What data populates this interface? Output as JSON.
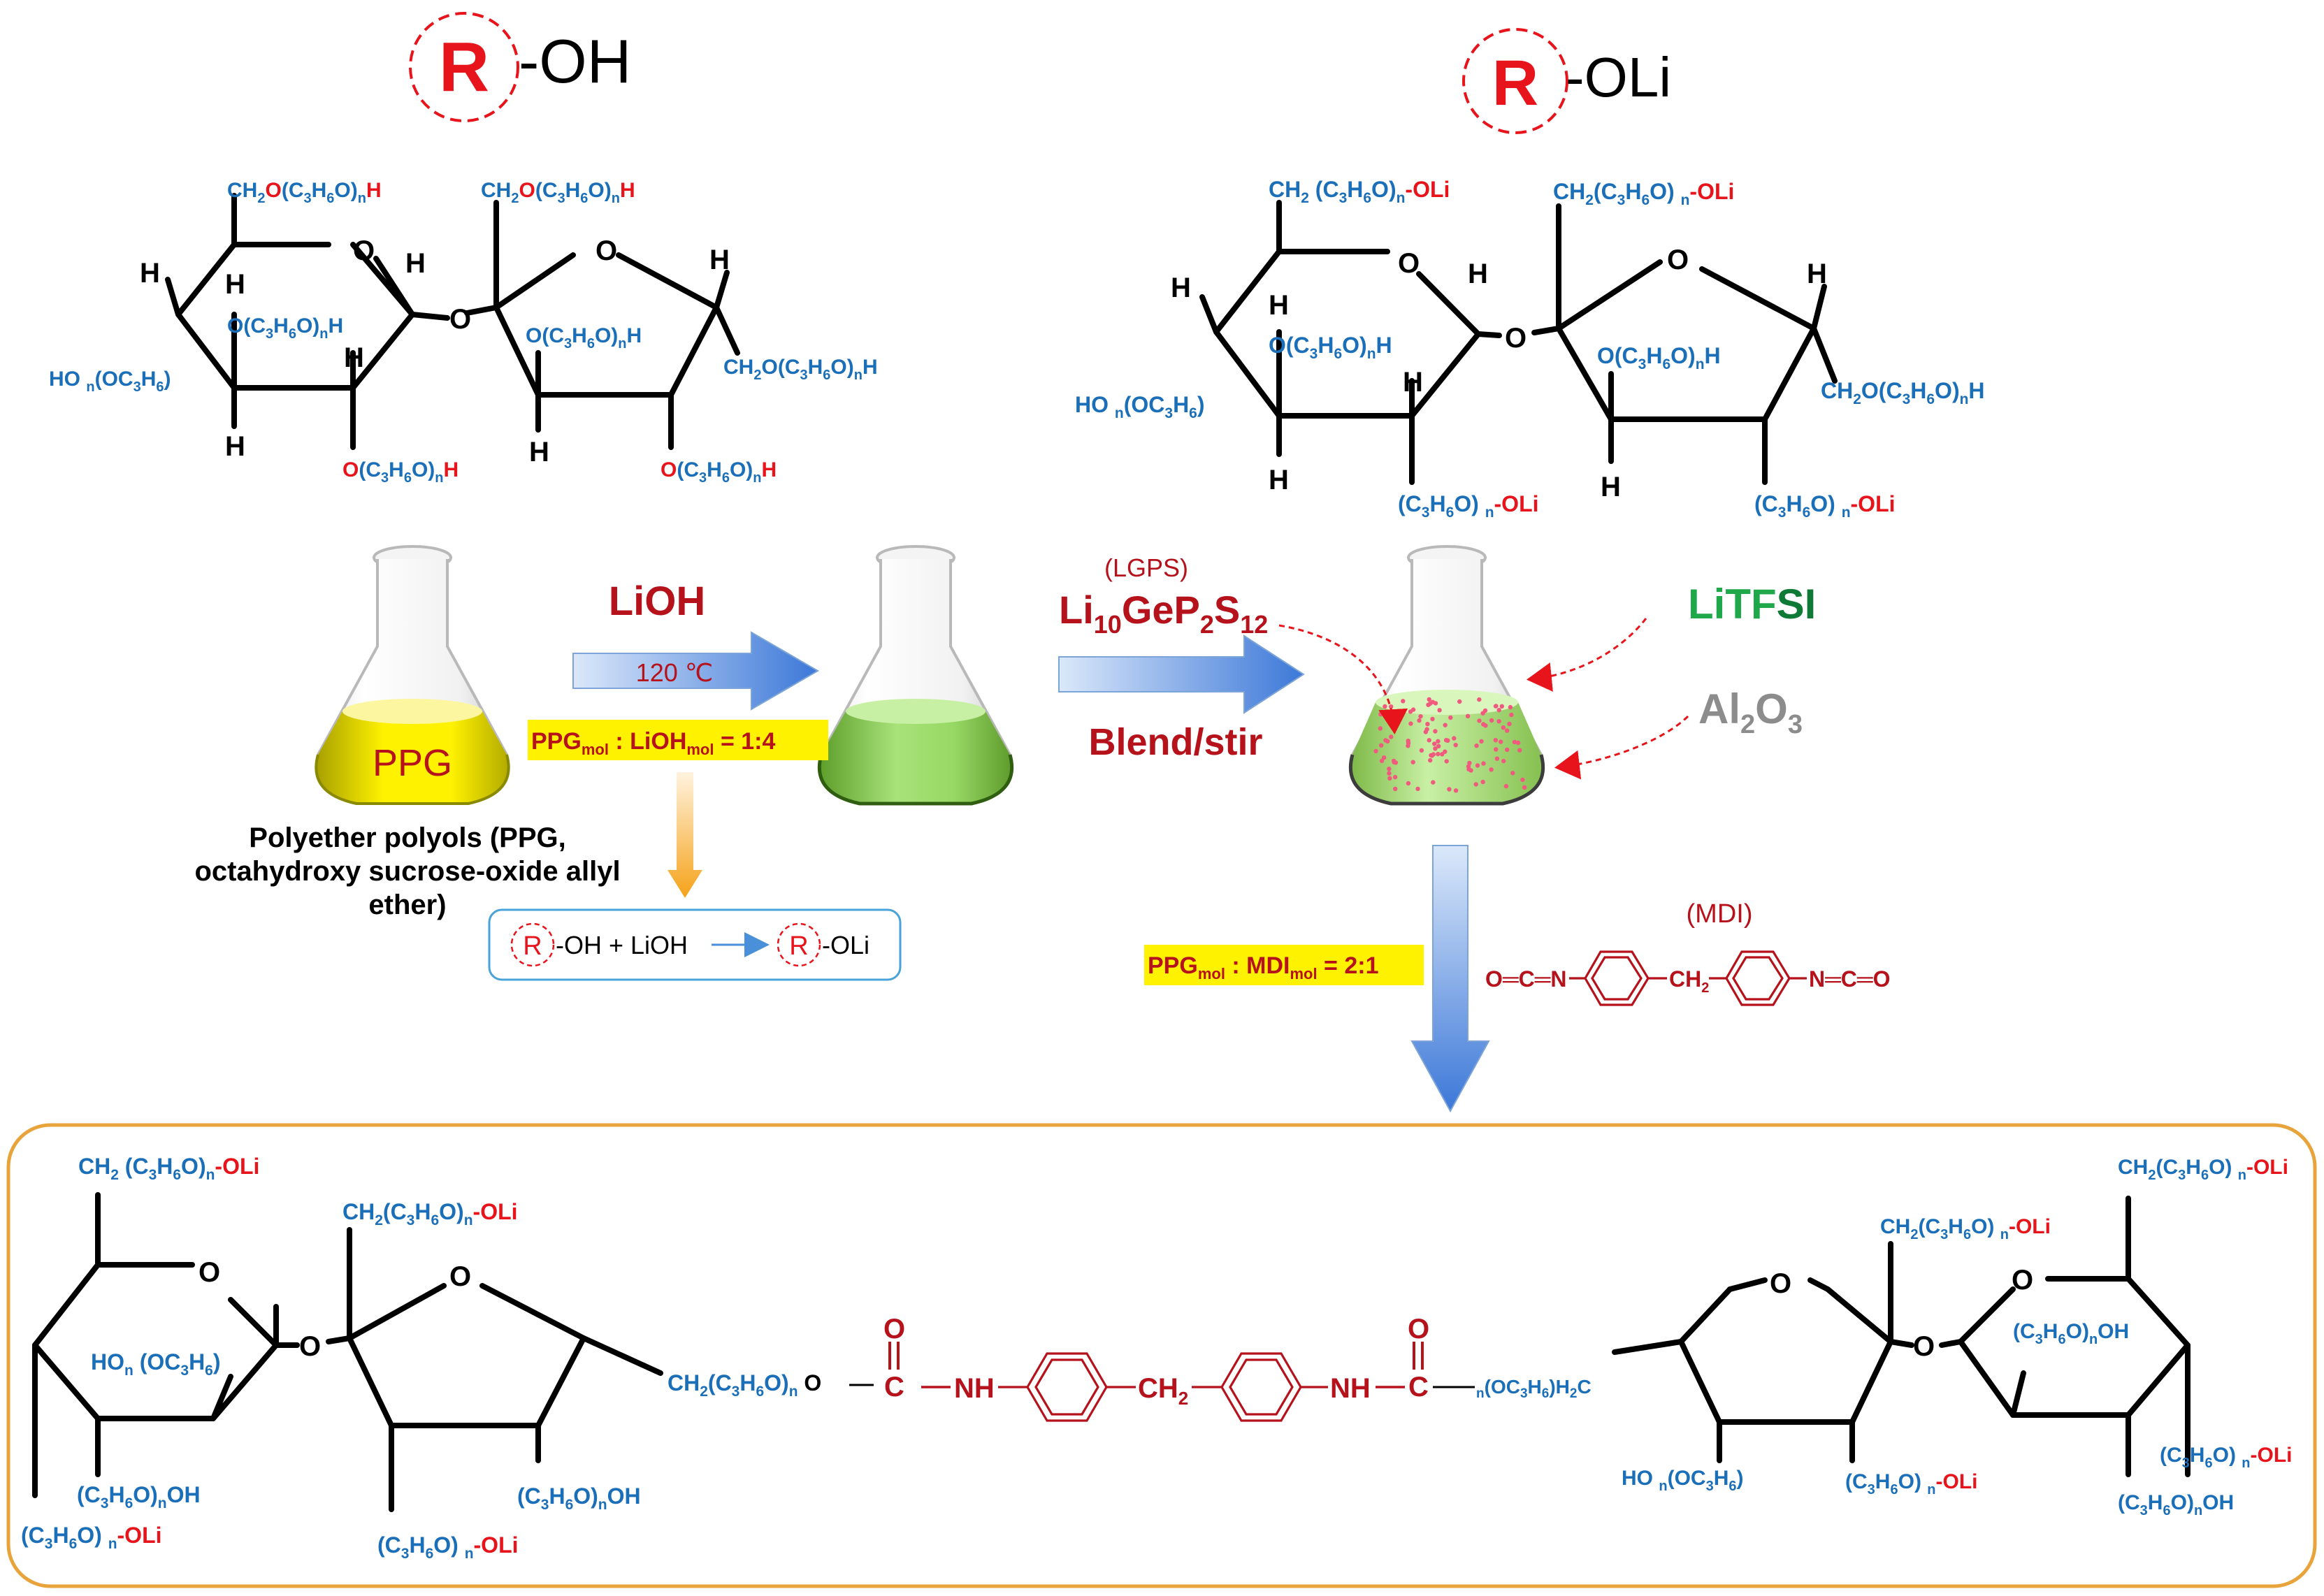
{
  "colors": {
    "blue": "#1a6fb8",
    "red": "#e8141b",
    "dark_red": "#b5121b",
    "green": "#1fa84a",
    "gray": "#8c8c8c",
    "yellow": "#fff200",
    "frame": "#e8a33a"
  },
  "generic": {
    "r_symbol": "R",
    "left_suffix": "-OH",
    "right_suffix": "-OLi"
  },
  "sucrose": {
    "H": "H",
    "O": "O",
    "CH2": "CH",
    "sub2": "2",
    "sub3": "3",
    "sub6": "6",
    "sub_n": "n",
    "n": "n",
    "C": "C",
    "H_letter": "H",
    "O_letter": "O",
    "open": "(",
    "close": ")",
    "Li": "Li",
    "HO": "HO",
    "OLi": "-OLi",
    "space": " "
  },
  "flask1": {
    "label": "PPG"
  },
  "step1": {
    "reagent": "LiOH",
    "temperature": "120 ℃",
    "ratio_a": "PPG",
    "ratio_a_sub": "mol",
    "ratio_mid": " : LiOH",
    "ratio_b_sub": "mol",
    "ratio_value": " = 1:4"
  },
  "polyol_caption": {
    "line1": "Polyether polyols (PPG,",
    "line2": "octahydroxy sucrose-oxide allyl",
    "line3": "ether)"
  },
  "reaction_box": {
    "r": "R",
    "left": "-OH + LiOH",
    "right": "-OLi"
  },
  "step2": {
    "abbr": "(LGPS)",
    "formula_li": "Li",
    "formula_10": "10",
    "formula_ge": "GeP",
    "formula_2": "2",
    "formula_s": "S",
    "formula_12": "12",
    "process": "Blend/stir"
  },
  "additives": {
    "litfsi_green": "LiTF",
    "litfsi_dark": "SI",
    "al": "Al",
    "al_sub": "2",
    "o": "O",
    "o_sub": "3"
  },
  "step3": {
    "ratio_a": "PPG",
    "ratio_a_sub": "mol",
    "ratio_mid": " : MDI",
    "ratio_b_sub": "mol",
    "ratio_value": " = 2:1",
    "mdi_label": "(MDI)",
    "mdi_left": "O═C═N",
    "mdi_ch2": "CH",
    "mdi_ch2_sub": "2",
    "mdi_right": "N═C═O"
  },
  "product": {
    "NH": "NH",
    "C": "C",
    "O": "O",
    "CH2": "CH",
    "sub2": "2"
  }
}
